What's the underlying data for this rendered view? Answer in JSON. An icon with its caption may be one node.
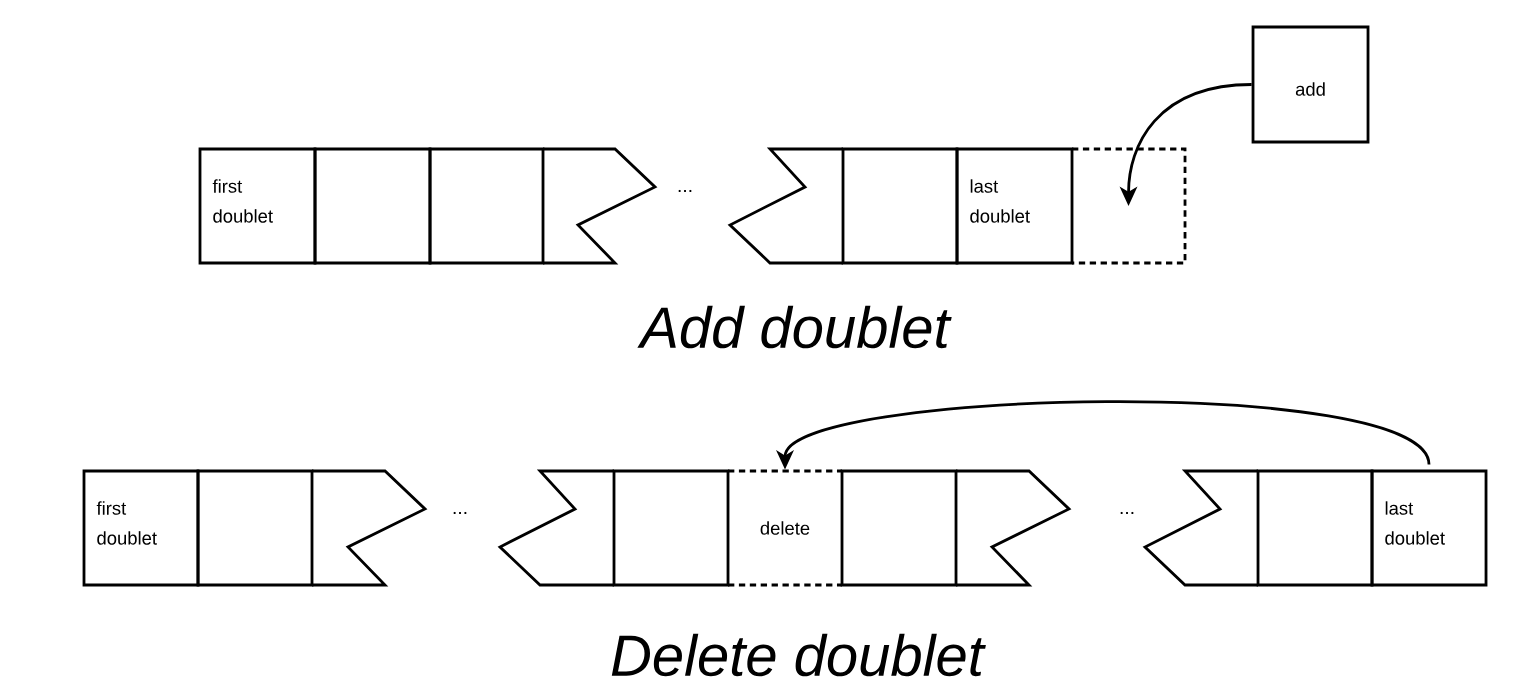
{
  "diagram": {
    "nodes": [
      {
        "text": [
          "first doublet"
        ]
      },
      {
        "text": [],
        "shape": "box"
      },
      {
        "text": [],
        "shape": "box"
      },
      {
        "text": [],
        "shape": "box"
      },
      {
        "text": [],
        "shape": "box"
      },
      {
        "text": [],
        "shape": "box"
      },
      {
        "text": [
          "last doublet"
        ]
      },
      {
        "text": [],
        "shape": "box"
      },
      {
        "text": [
          "add"
        ]
      },
      {
        "text": [
          "first doublet"
        ]
      },
      {
        "text": [],
        "shape": "box"
      },
      {
        "text": [],
        "shape": "box"
      },
      {
        "text": [],
        "shape": "box"
      },
      {
        "text": [],
        "shape": "box"
      },
      {
        "text": [
          "delete"
        ]
      },
      {
        "text": [],
        "shape": "box"
      },
      {
        "text": [],
        "shape": "box"
      },
      {
        "text": [],
        "shape": "box"
      },
      {
        "text": [],
        "shape": "box"
      },
      {
        "text": [
          "last doublet"
        ]
      }
    ],
    "edges": [
      {
        "from": 8,
        "to": 7,
        "arrow": "to"
      },
      {
        "from": 19,
        "to": 14,
        "arrow": "to"
      }
    ],
    "labels": [
      "...",
      "Add doublet",
      "...",
      "...",
      "Delete doublet"
    ]
  }
}
